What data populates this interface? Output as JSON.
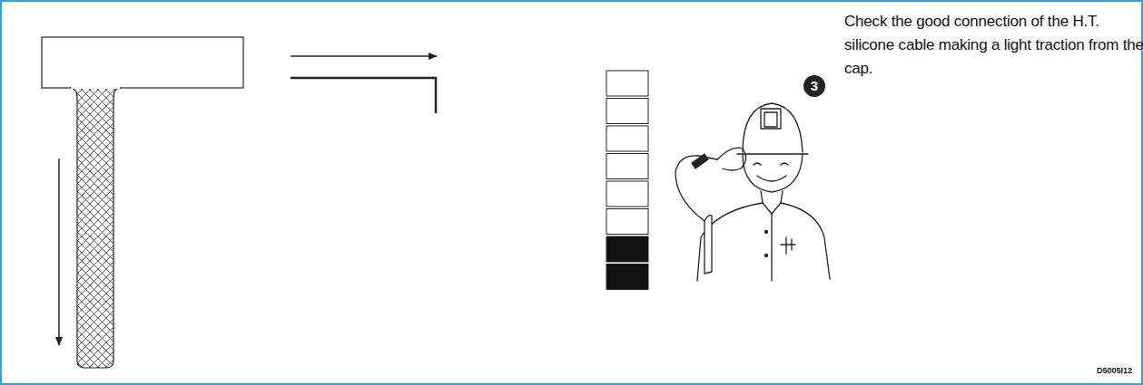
{
  "diagram": {
    "labels": [
      "3",
      "Check the good connection of the H.T. silicone cable making a light traction from the cap.",
      "D5005I12"
    ]
  }
}
